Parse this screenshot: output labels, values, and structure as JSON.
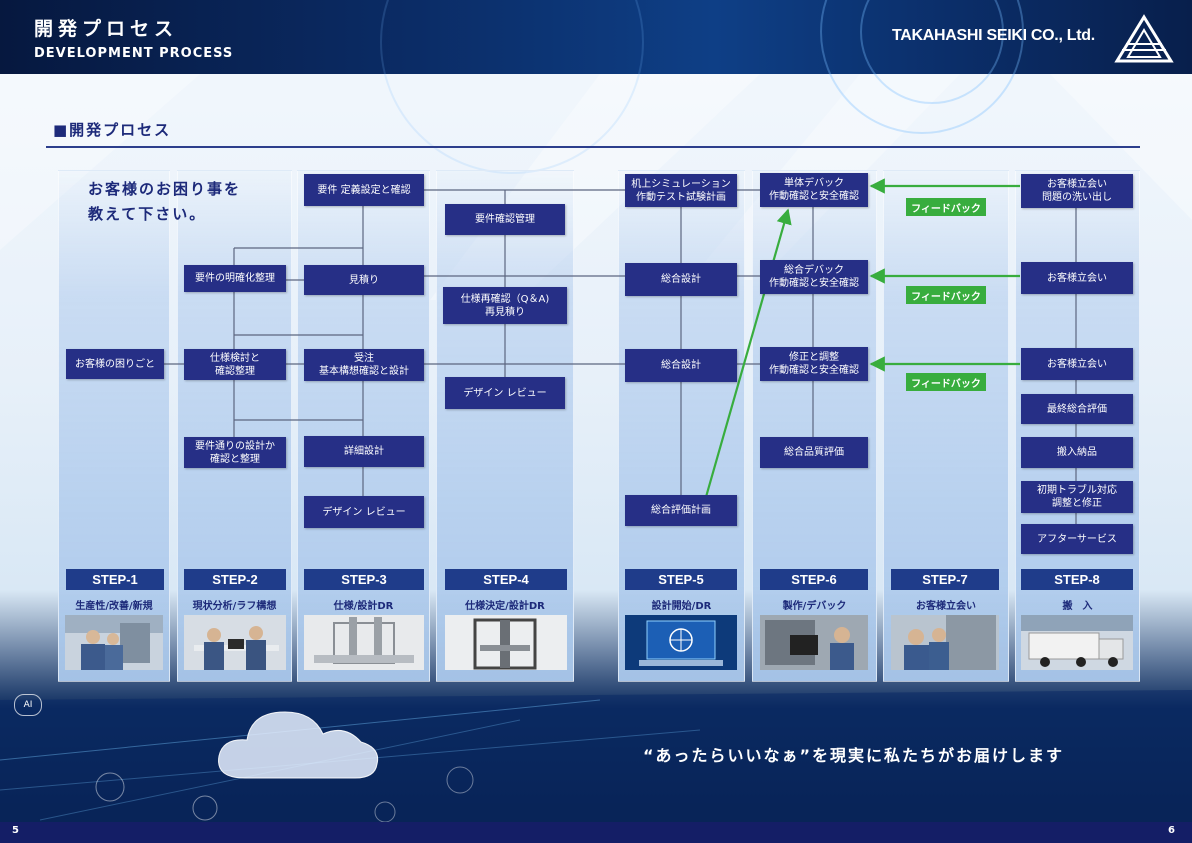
{
  "header": {
    "title": "開発プロセス",
    "subtitle": "DEVELOPMENT PROCESS",
    "company": "TAKAHASHI SEIKI CO., Ltd."
  },
  "section": {
    "title": "■開発プロセス"
  },
  "intro": {
    "line1": "お客様のお困り事を",
    "line2": "教えて下さい。"
  },
  "boxes": {
    "s1_trouble": "お客様の困りごと",
    "s2_clarify": "要件の明確化整理",
    "s2_spec_review": "仕様検討と\n確認整理",
    "s2_design_check": "要件通りの設計か\n確認と整理",
    "s3_req_define": "要件 定義設定と確認",
    "s3_estimate": "見積り",
    "s3_order": "受注\n基本構想確認と設計",
    "s3_detail": "詳細設計",
    "s3_design_review": "デザイン レビュー",
    "s4_req_manage": "要件確認管理",
    "s4_spec_recheck": "仕様再確認（Q＆A)\n再見積り",
    "s4_design_review": "デザイン レビュー",
    "s5_sim": "机上シミュレーション\n作動テスト試験計画",
    "s5_overall1": "総合設計",
    "s5_overall2": "総合設計",
    "s5_eval_plan": "総合評価計画",
    "s6_unit_debug": "単体デバック\n作動確認と安全確認",
    "s6_total_debug": "総合デバック\n作動確認と安全確認",
    "s6_fix": "修正と調整\n作動確認と安全確認",
    "s6_quality": "総合品質評価",
    "s8_visit1": "お客様立会い\n問題の洗い出し",
    "s8_visit2": "お客様立会い",
    "s8_visit3": "お客様立会い",
    "s8_final_eval": "最終総合評価",
    "s8_delivery": "搬入納品",
    "s8_initial": "初期トラブル対応\n調整と修正",
    "s8_after": "アフターサービス"
  },
  "feedback": [
    "フィードバック",
    "フィードバック",
    "フィードバック"
  ],
  "steps": [
    {
      "label": "STEP-1",
      "sub": "生産性/改善/新規"
    },
    {
      "label": "STEP-2",
      "sub": "現状分析/ラフ構想"
    },
    {
      "label": "STEP-3",
      "sub": "仕様/設計DR"
    },
    {
      "label": "STEP-4",
      "sub": "仕様決定/設計DR"
    },
    {
      "label": "STEP-5",
      "sub": "設計開始/DR"
    },
    {
      "label": "STEP-6",
      "sub": "製作/デバック"
    },
    {
      "label": "STEP-7",
      "sub": "お客様立会い"
    },
    {
      "label": "STEP-8",
      "sub": "搬　入"
    }
  ],
  "tagline": "“あったらいいなぁ”を現実に私たちがお届けします",
  "footer": {
    "page_left": "5",
    "page_right": "6"
  },
  "decor": {
    "ai_badge": "AI"
  },
  "colors": {
    "box": "#262f86",
    "feedback": "#38ad3e",
    "step": "#1f3c8a",
    "title": "#1d2a7a"
  }
}
